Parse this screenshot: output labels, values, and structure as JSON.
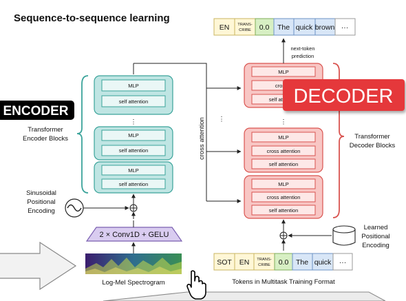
{
  "title": "Sequence-to-sequence learning",
  "encoder": {
    "badge": "ENCODER",
    "blocks_label": [
      "Transformer",
      "Encoder Blocks"
    ],
    "mlp": "MLP",
    "self_attention": "self attention",
    "ellipsis": "⋮"
  },
  "decoder": {
    "badge": "DECODER",
    "blocks_label": [
      "Transformer",
      "Decoder Blocks"
    ],
    "mlp": "MLP",
    "cross_attention": "cross attention",
    "cross_attention_partial": "cross a",
    "self_attention": "self attention",
    "ellipsis": "⋮"
  },
  "cross_attention_label": "cross attention",
  "cross_ellipsis": "⋮",
  "output_tokens": [
    "EN",
    "TRANS-CRIBE",
    "0.0",
    "The",
    "quick",
    "brown",
    "···"
  ],
  "input_tokens": [
    "SOT",
    "EN",
    "TRANS-CRIBE",
    "0.0",
    "The",
    "quick",
    "···"
  ],
  "next_token_label": [
    "next-token",
    "prediction"
  ],
  "sinusoidal_label": [
    "Sinusoidal",
    "Positional",
    "Encoding"
  ],
  "learned_label": [
    "Learned",
    "Positional",
    "Encoding"
  ],
  "conv_label": "2 × Conv1D + GELU",
  "spectrogram_label": "Log-Mel Spectrogram",
  "tokens_label": "Tokens in Multitask Training Format",
  "colors": {
    "encoder_fill": "#bfe5e3",
    "encoder_stroke": "#3aa39a",
    "decoder_fill": "#f8c6c4",
    "decoder_stroke": "#d9534f",
    "decoder_badge": "#e5373a",
    "token_fill": "#fff7d6",
    "token_green": "#d7efc3",
    "token_blue": "#d8e6f7",
    "conv_fill": "#d9ccf0"
  }
}
